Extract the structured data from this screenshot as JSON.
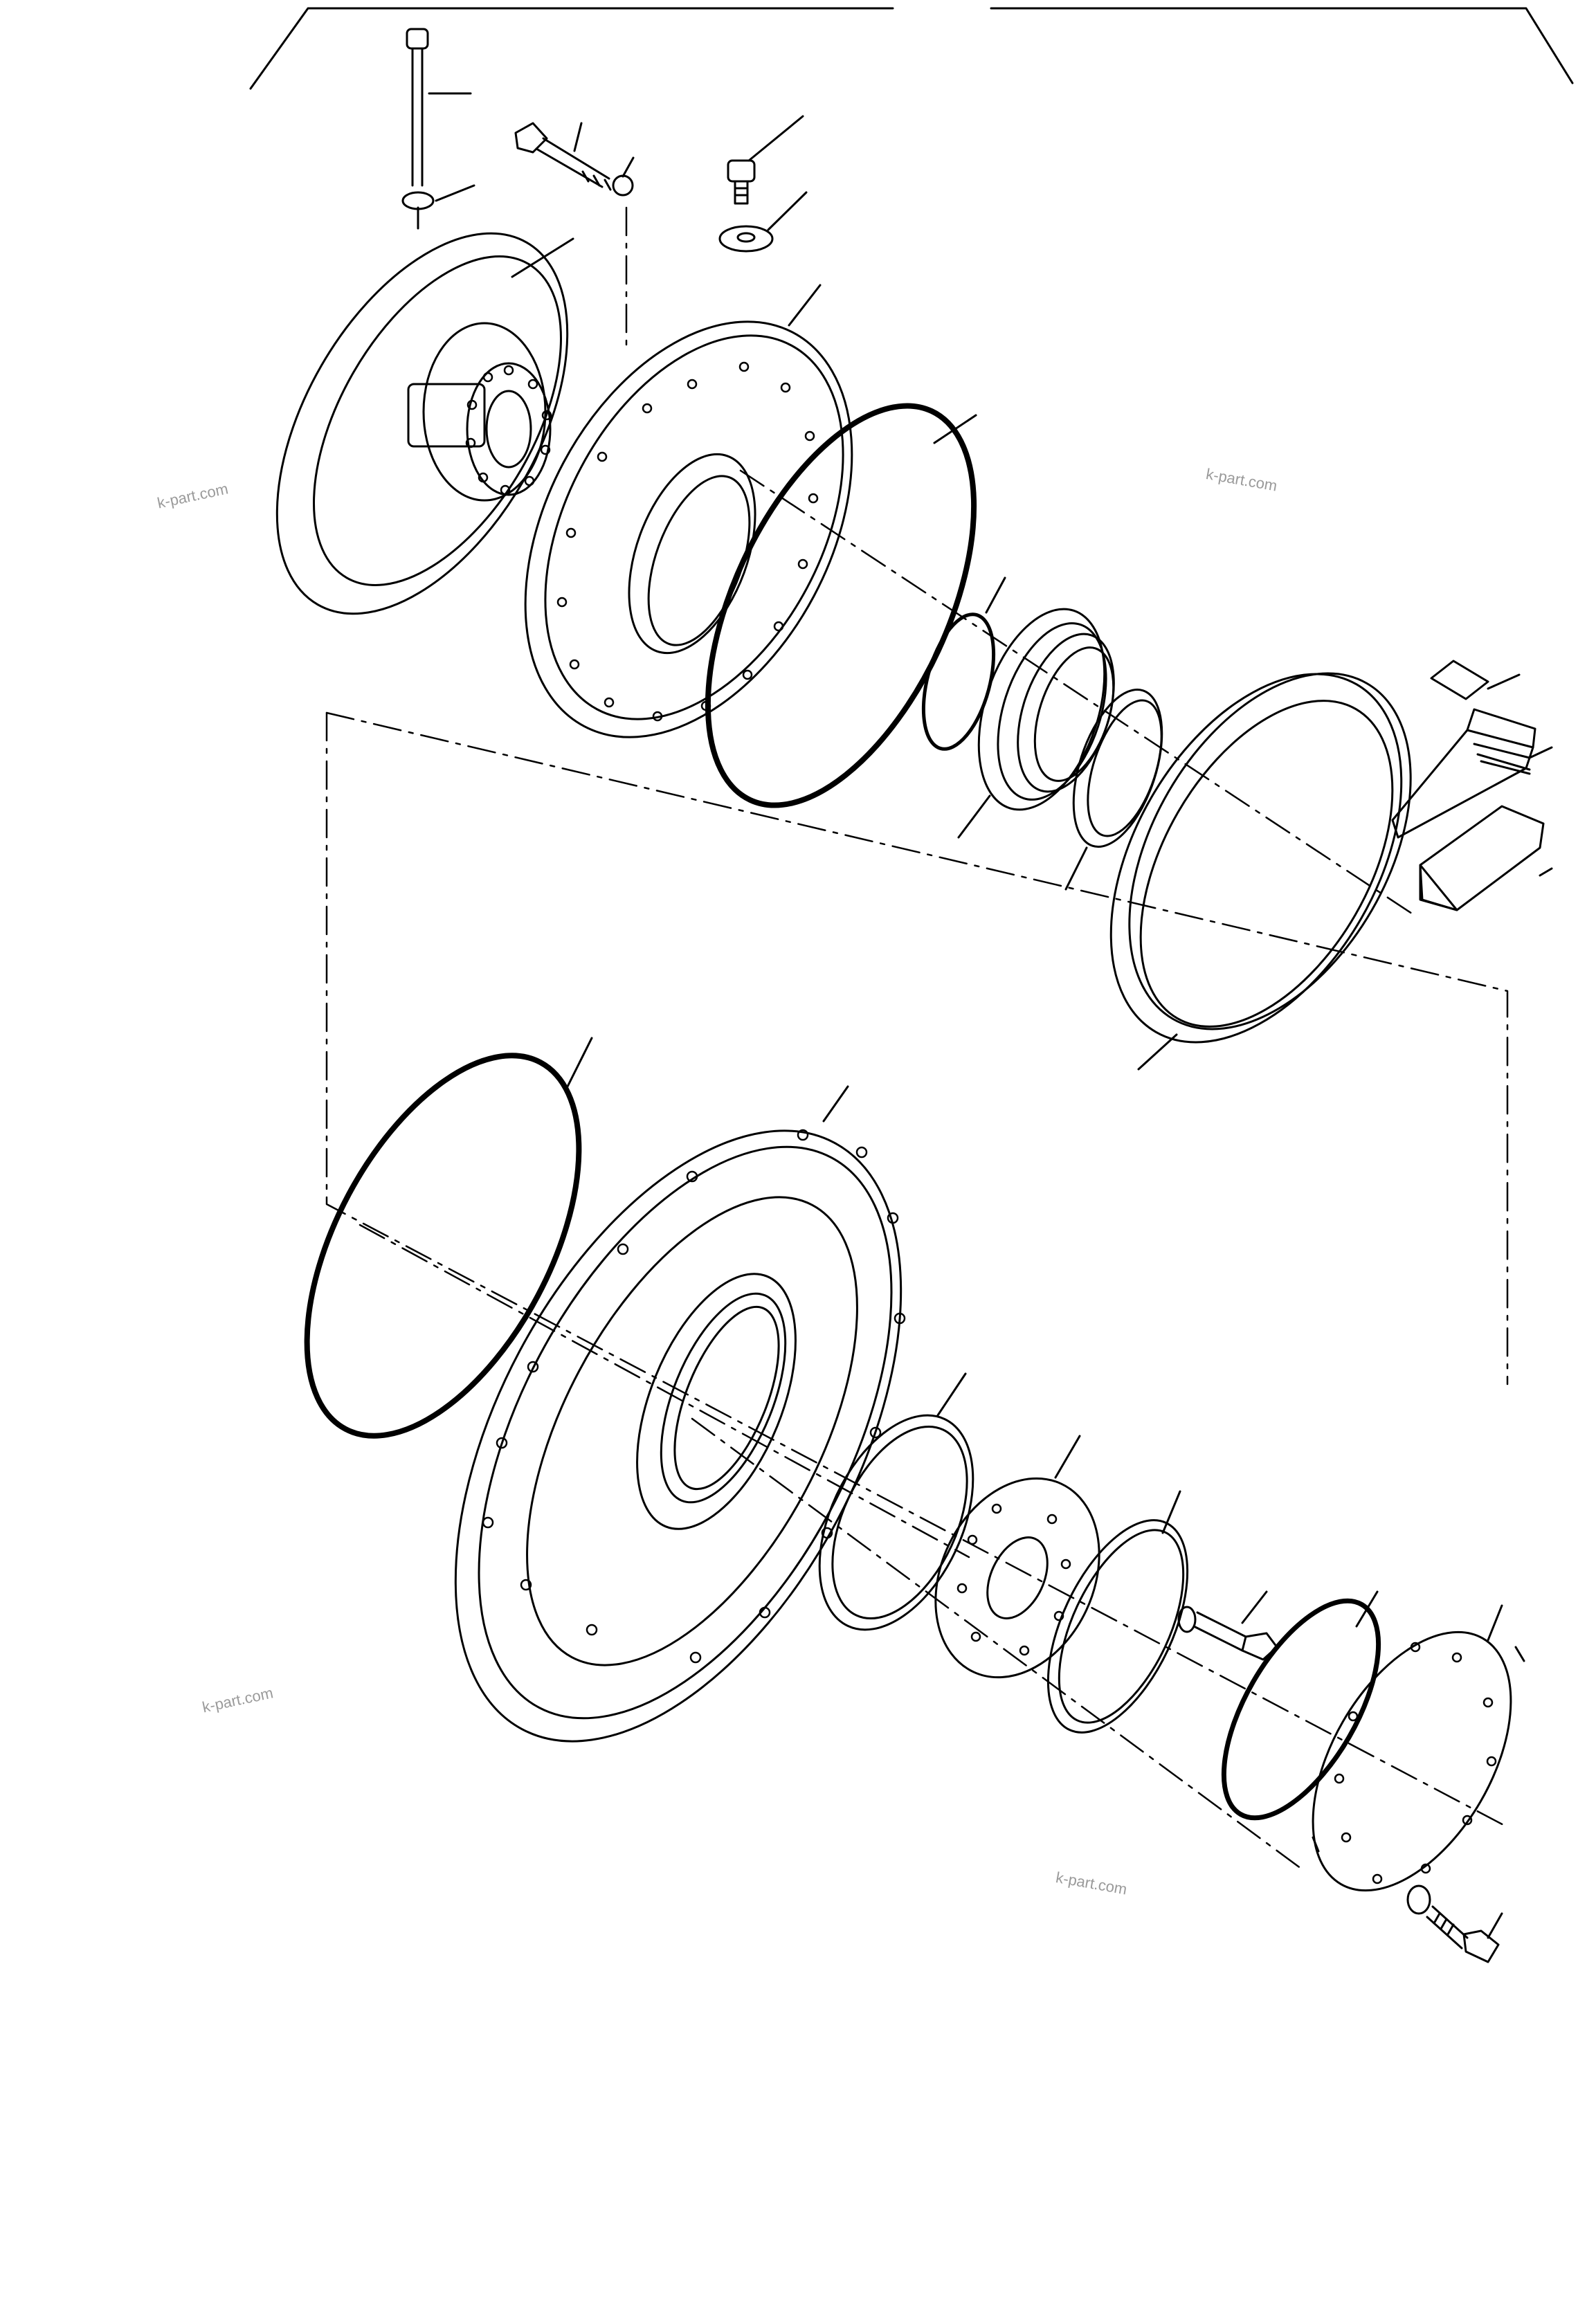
{
  "diagram": {
    "type": "exploded parts diagram",
    "line_color": "#000000",
    "background_color": "#ffffff"
  },
  "watermarks": [
    "k-part.com",
    "k-part.com",
    "k-part.com",
    "k-part.com"
  ],
  "watermark_color": "#9a9a9a"
}
